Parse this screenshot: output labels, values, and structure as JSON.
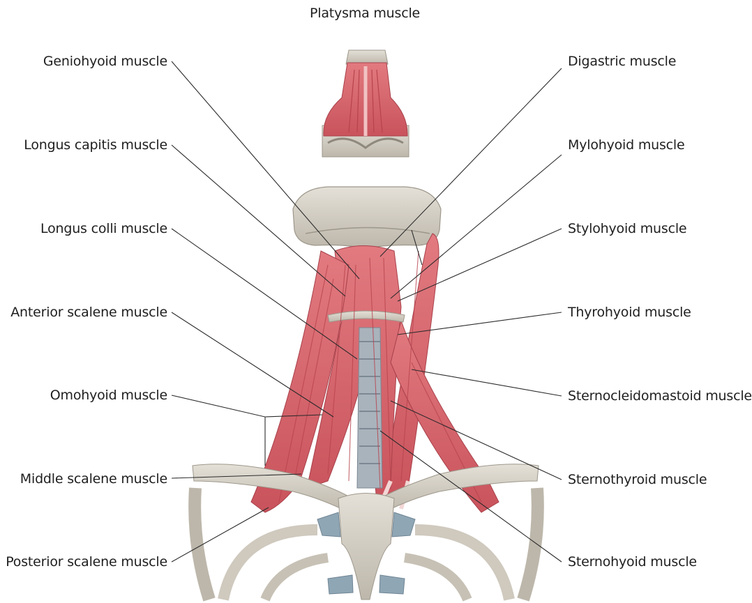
{
  "top_label": "Platysma muscle",
  "left_labels": [
    "Geniohyoid muscle",
    "Longus capitis muscle",
    "Longus colli muscle",
    "Anterior scalene muscle",
    "Omohyoid muscle",
    "Middle scalene muscle",
    "Posterior scalene muscle"
  ],
  "right_labels": [
    "Digastric muscle",
    "Mylohyoid muscle",
    "Stylohyoid muscle",
    "Thyrohyoid muscle",
    "Sternocleidomastoid muscle",
    "Sternothyroid muscle",
    "Sternohyoid muscle"
  ],
  "colors": {
    "muscle": "#d9656c",
    "muscle_dark": "#b8434d",
    "muscle_light": "#eea2a4",
    "bone": "#d8d3c9",
    "bone_shadow": "#a9a397",
    "cartilage": "#8fa6b5",
    "leader_line": "#2b2b2b"
  }
}
